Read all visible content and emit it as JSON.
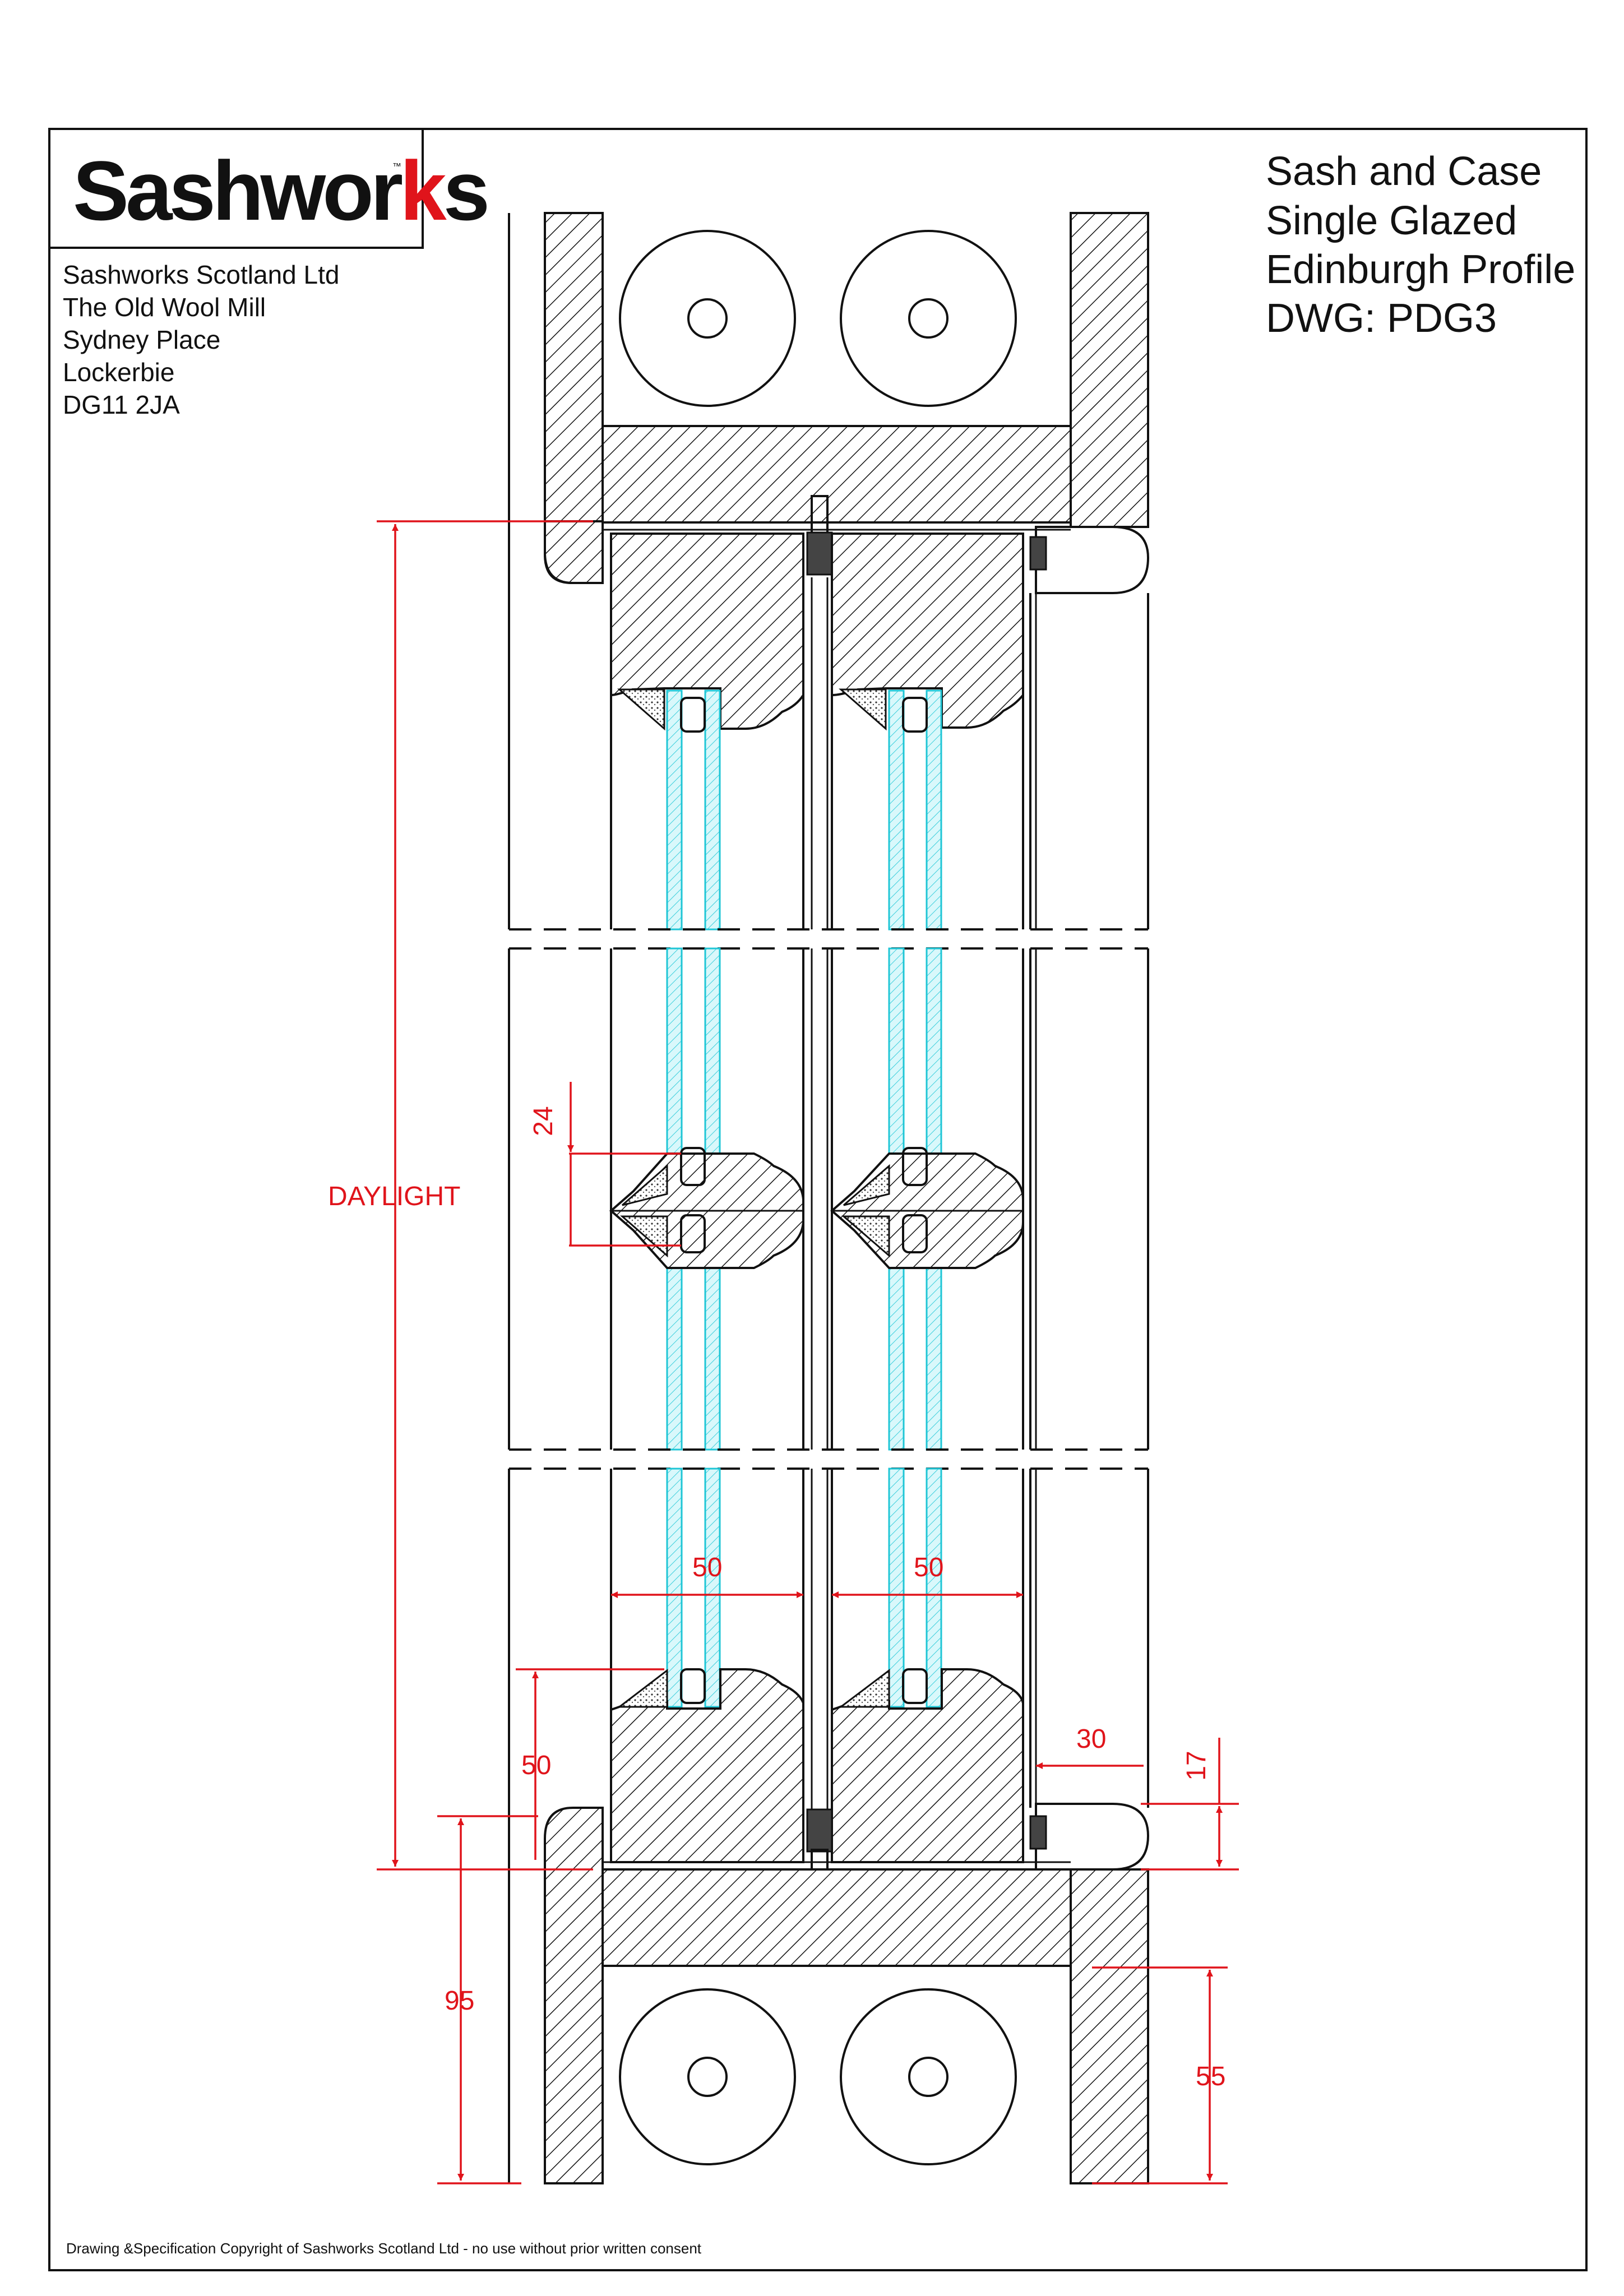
{
  "logo": {
    "text_pre": "Sashwor",
    "text_accent": "k",
    "text_post": "s",
    "trademark": "™",
    "accent_color": "#e0141b"
  },
  "address": {
    "lines": [
      "Sashworks Scotland Ltd",
      "The Old Wool Mill",
      "Sydney Place",
      "Lockerbie",
      "DG11 2JA"
    ]
  },
  "title_block": {
    "lines": [
      "Sash and Case",
      "Single Glazed",
      "Edinburgh Profile",
      "DWG: PDG3"
    ]
  },
  "dimensions": {
    "daylight": "DAYLIGHT",
    "glazing_bar": "24",
    "sash_width_left": "50",
    "sash_width_right": "50",
    "bottom_rail": "50",
    "bead_depth": "30",
    "bead_height": "17",
    "cill": "95",
    "sill_lower": "55"
  },
  "footer": {
    "copyright": "Drawing &Specification Copyright of Sashworks Scotland Ltd - no use without prior written consent"
  },
  "colors": {
    "dimension": "#e0141b",
    "glass": "#2fd0df",
    "line": "#111111"
  }
}
